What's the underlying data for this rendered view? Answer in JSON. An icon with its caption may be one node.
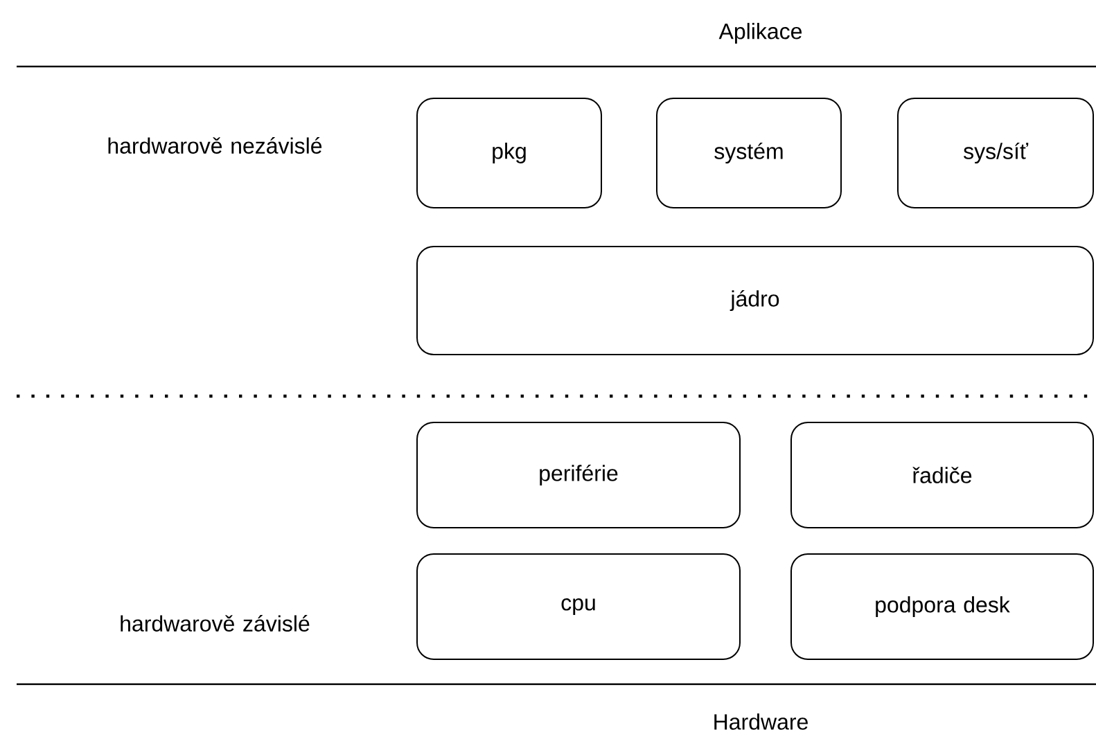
{
  "diagram": {
    "nodes": [
      {
        "text": [
          "pkg"
        ]
      },
      {
        "text": [
          "systém"
        ]
      },
      {
        "text": [
          "sys/síť"
        ]
      },
      {
        "text": [
          "jádro"
        ]
      },
      {
        "text": [
          "periférie"
        ]
      },
      {
        "text": [
          "řadiče"
        ]
      },
      {
        "text": [
          "cpu"
        ]
      },
      {
        "text": [
          "podpora desk"
        ]
      }
    ],
    "labels": [
      "Aplikace",
      "hardwarově nezávislé",
      "hardwarově závislé",
      "Hardware"
    ]
  }
}
